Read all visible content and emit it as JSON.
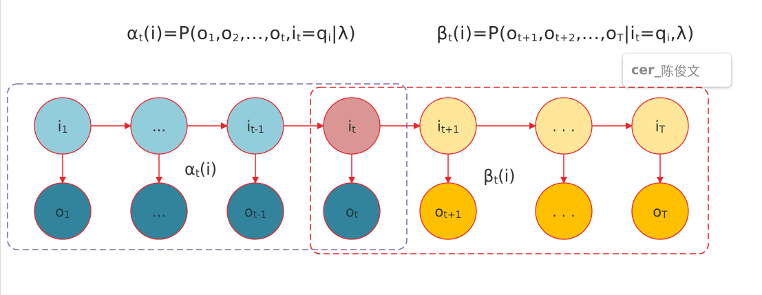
{
  "formulas": {
    "alpha": {
      "sym": "α",
      "sub": "t",
      "rest": "(i)=P(o",
      "o1": "1",
      "c1": ",o",
      "o2": "2",
      "c2": ",...,o",
      "ot": "t",
      "c3": ",i",
      "it": "t",
      "c4": "=q",
      "qi": "i",
      "tail": "|λ)"
    },
    "beta": {
      "sym": "β",
      "sub": "t",
      "rest": "(i)=P(o",
      "s1": "t+1",
      "c1": ",o",
      "s2": "t+2",
      "c2": ",...,o",
      "sT": "T",
      "c3": "|i",
      "it": "t",
      "c4": "=q",
      "qi": "i",
      "tail": ",λ)"
    }
  },
  "watermark": {
    "prefix": "cer_",
    "name": "陈俊文"
  },
  "region_labels": {
    "alpha": {
      "sym": "α",
      "sub": "t",
      "tail": "(i)"
    },
    "beta": {
      "sym": "β",
      "sub": "t",
      "tail": "(i)"
    }
  },
  "hidden_states": [
    {
      "main": "i",
      "sub": "1",
      "color": "#92cddc"
    },
    {
      "main": "...",
      "sub": "",
      "color": "#92cddc"
    },
    {
      "main": "i",
      "sub": "t-1",
      "color": "#92cddc"
    },
    {
      "main": "i",
      "sub": "t",
      "color": "#d99694"
    },
    {
      "main": "i",
      "sub": "t+1",
      "color": "#ffe699"
    },
    {
      "main": ". . .",
      "sub": "",
      "color": "#ffe699"
    },
    {
      "main": "i",
      "sub": "T",
      "color": "#ffe699"
    }
  ],
  "observations": [
    {
      "main": "o",
      "sub": "1",
      "color": "#31849b"
    },
    {
      "main": "...",
      "sub": "",
      "color": "#31849b"
    },
    {
      "main": "o",
      "sub": "t-1",
      "color": "#31849b"
    },
    {
      "main": "o",
      "sub": "t",
      "color": "#31849b"
    },
    {
      "main": "o",
      "sub": "t+1",
      "color": "#ffc000"
    },
    {
      "main": ". . .",
      "sub": "",
      "color": "#ffc000"
    },
    {
      "main": "o",
      "sub": "T",
      "color": "#ffc000"
    }
  ],
  "colors": {
    "edge": "#e8262a",
    "alpha_box": "#7b6fa8",
    "beta_box": "#e8262a"
  }
}
